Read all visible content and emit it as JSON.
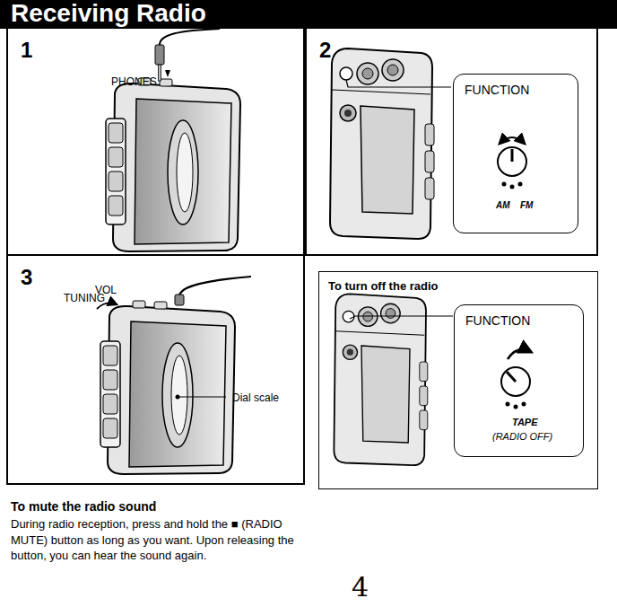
{
  "diagram": {
    "title": "Receiving Radio",
    "nodes": [
      {
        "text": [
          "1",
          "PHONES"
        ]
      },
      {
        "text": [
          "2"
        ]
      },
      {
        "text": [
          "FUNCTION",
          "AM",
          "FM"
        ],
        "in": 1
      },
      {
        "text": [
          "3",
          "TUNING",
          "VOL",
          "Dial scale"
        ]
      },
      {
        "text": [
          "To turn off the radio"
        ]
      },
      {
        "text": [
          "FUNCTION",
          "TAPE",
          "(RADIO OFF)"
        ],
        "in": 4
      }
    ],
    "labels": [
      "To mute the radio sound",
      "During radio reception, press and hold the ■ (RADIO MUTE) button as long as you want. Upon releasing the button, you can hear the sound again.",
      "4"
    ]
  }
}
